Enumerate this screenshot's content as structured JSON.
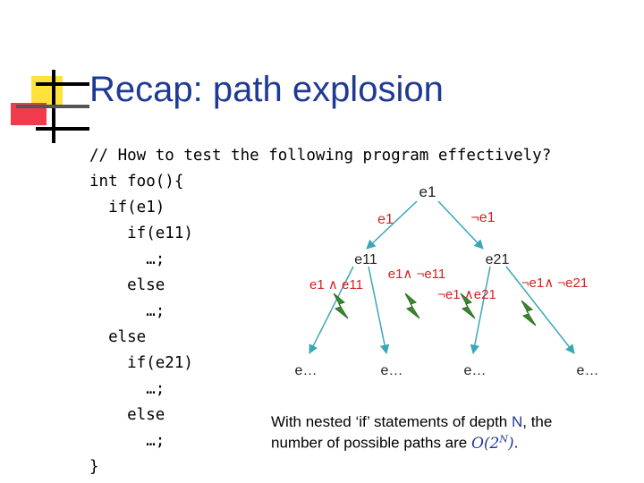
{
  "slide": {
    "title": "Recap: path explosion",
    "code": [
      "// How to test the following program effectively?",
      "int foo(){",
      "  if(e1)",
      "    if(e11)",
      "      …;",
      "    else",
      "      …;",
      "  else",
      "    if(e21)",
      "      …;",
      "    else",
      "      …;",
      "}"
    ],
    "caption": {
      "line1_pre": "With nested ‘if’ statements of depth ",
      "line1_var": "N",
      "line1_post": ", the",
      "line2_pre": "number of possible paths are ",
      "line2_math_o": "O(2",
      "line2_math_sup": "N",
      "line2_math_close": ")",
      "line2_post": "."
    }
  },
  "tree": {
    "nodes": {
      "root": "e1",
      "left": "e11",
      "right": "e21",
      "leaves": [
        "e…",
        "e…",
        "e…",
        "e…"
      ]
    },
    "branch_labels": {
      "root_left": "e1",
      "root_right": "¬e1",
      "ll": "e1 ∧ e11",
      "lr_1": "e1∧ ¬e11",
      "rl": "¬e1 ∧e21",
      "rr": "¬e1∧ ¬e21"
    },
    "colors": {
      "edge": "#3aa6b9",
      "label": "#d62020",
      "lightning": "#3c8a2e",
      "node": "#222222"
    }
  }
}
